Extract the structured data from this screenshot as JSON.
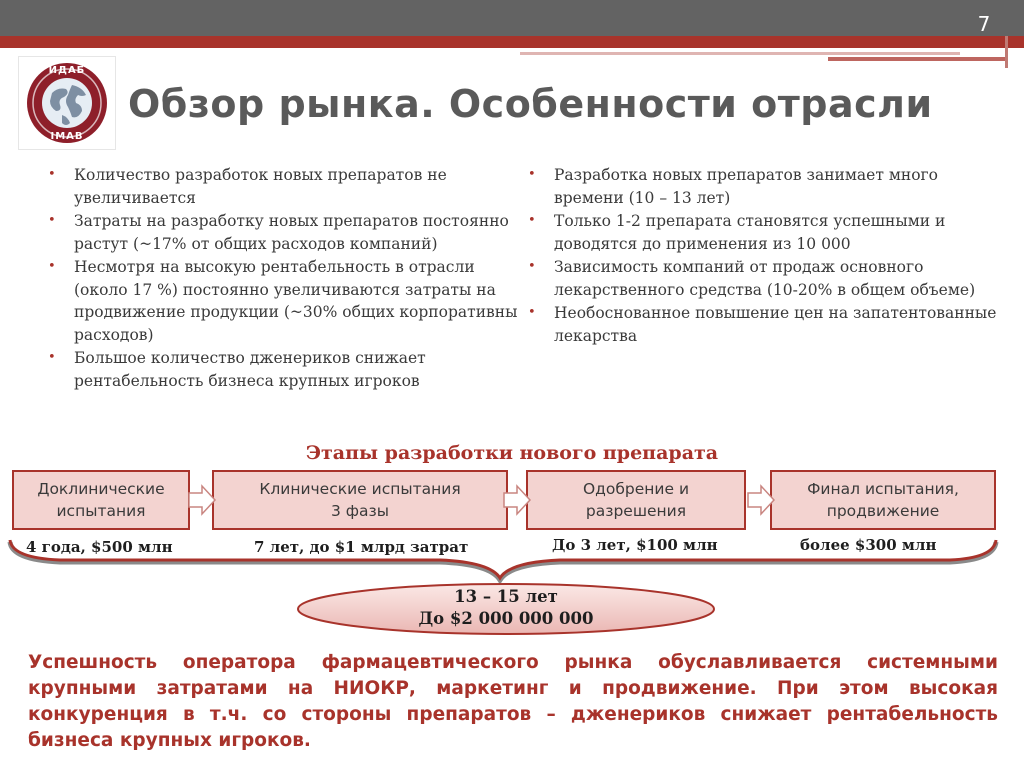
{
  "slide": {
    "page_number": "7",
    "title": "Обзор рынка. Особенности отрасли",
    "logo": {
      "top_text": "ИДАБ",
      "bottom_text": "IMAB",
      "icon": "globe-icon"
    }
  },
  "bullets_left": [
    "Количество разработок новых препаратов не увеличивается",
    "Затраты на разработку новых препаратов постоянно растут (~17% от общих расходов компаний)",
    "Несмотря на высокую рентабельность в отрасли (около 17 %) постоянно увеличиваются затраты на продвижение продукции (~30% общих корпоративны расходов)",
    "Большое количество дженериков снижает рентабельность бизнеса крупных игроков"
  ],
  "bullets_right": [
    "Разработка новых препаратов занимает много времени (10 – 13 лет)",
    "Только 1-2 препарата становятся успешными  и доводятся до применения из 10 000",
    "Зависимость компаний от продаж основного лекарственного средства (10-20% в общем объеме)",
    "Необоснованное повышение цен на запатентованные лекарства"
  ],
  "stages": {
    "title": "Этапы разработки нового препарата",
    "steps": [
      {
        "line1": "Доклинические",
        "line2": "испытания",
        "cost": "4 года, $500 млн"
      },
      {
        "line1": "Клинические испытания",
        "line2": "3 фазы",
        "cost": "7 лет, до $1 млрд затрат"
      },
      {
        "line1": "Одобрение и",
        "line2": "разрешения",
        "cost": "До 3 лет, $100 млн"
      },
      {
        "line1": "Финал испытания,",
        "line2": "продвижение",
        "cost": "более $300 млн"
      }
    ],
    "total_line1": "13 – 15 лет",
    "total_line2": "До $2 000 000 000"
  },
  "summary": "Успешность оператора фармацевтического рынка обуславливается системными крупными затратами на НИОКР, маркетинг и продвижение. При этом высокая конкуренция в т.ч. со стороны препаратов – дженериков снижает рентабельность бизнеса крупных игроков.",
  "colors": {
    "accent": "#a8332b",
    "box_fill": "#f3d3d0",
    "top_bar": "#636363",
    "text": "#3a3a3a"
  }
}
